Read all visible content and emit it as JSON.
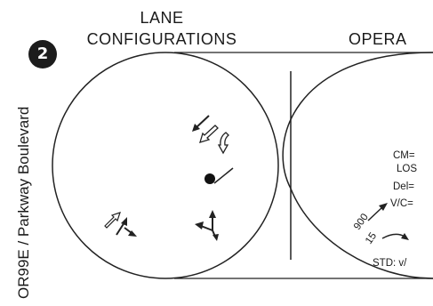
{
  "header": {
    "lane_line1": "LANE",
    "lane_line2": "CONFIGURATIONS",
    "operations": "OPERA"
  },
  "intersection": {
    "number": "2",
    "name": "OR99E / Parkway Boulevard"
  },
  "operations": {
    "cm": "CM=",
    "los": "LOS",
    "delay": "Del=",
    "vc": "V/C=",
    "std": "STD: v/"
  },
  "volumes": {
    "through": "900",
    "turn": "15"
  },
  "colors": {
    "ink": "#1a1a1a",
    "background": "#ffffff"
  },
  "icons": [
    "southbound-through-arrow",
    "southbound-left-arrow-outline",
    "southbound-right-arrow-outline",
    "signal-pole-icon",
    "eastbound-arrows",
    "westbound-arrows"
  ]
}
